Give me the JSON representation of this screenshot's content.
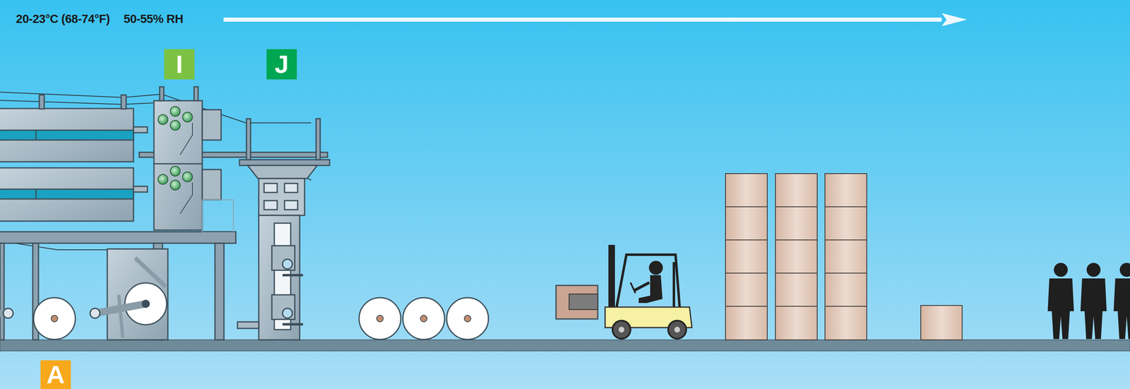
{
  "diagram": {
    "nodes": [
      {
        "text": [
          "I"
        ]
      },
      {
        "text": [
          "J"
        ]
      },
      {
        "text": [
          "A"
        ]
      }
    ],
    "labels": [
      "20-23°C (68-74°F)",
      "50-55% RH"
    ]
  }
}
